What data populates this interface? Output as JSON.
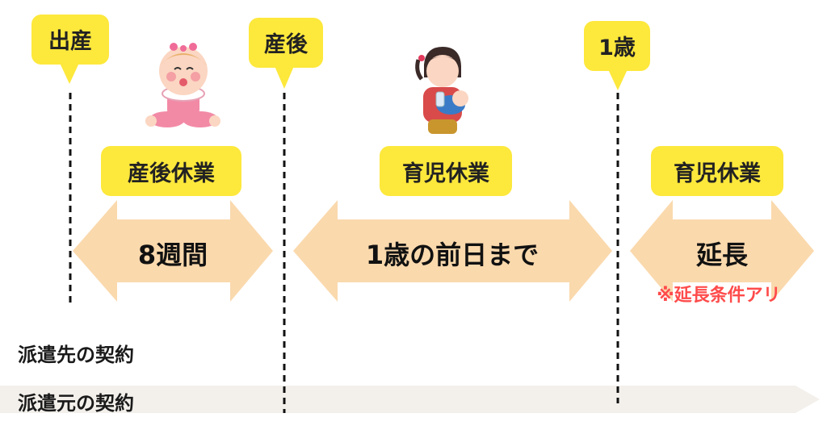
{
  "markers": {
    "birth": "出産",
    "postpartum": "産後",
    "age1": "1歳"
  },
  "periods": {
    "postnatal": {
      "label": "産後休業",
      "duration": "8週間"
    },
    "childcare": {
      "label": "育児休業",
      "duration": "1歳の前日まで"
    },
    "extension": {
      "label": "育児休業",
      "duration": "延長",
      "note": "※延長条件アリ"
    }
  },
  "contracts": {
    "dispatch_destination": "派遣先の契約",
    "dispatch_source": "派遣元の契約"
  },
  "colors": {
    "marker": "#fde83c",
    "arrow": "#fad9ad",
    "note": "#ff4b4b",
    "band": "#f3f0ec"
  }
}
